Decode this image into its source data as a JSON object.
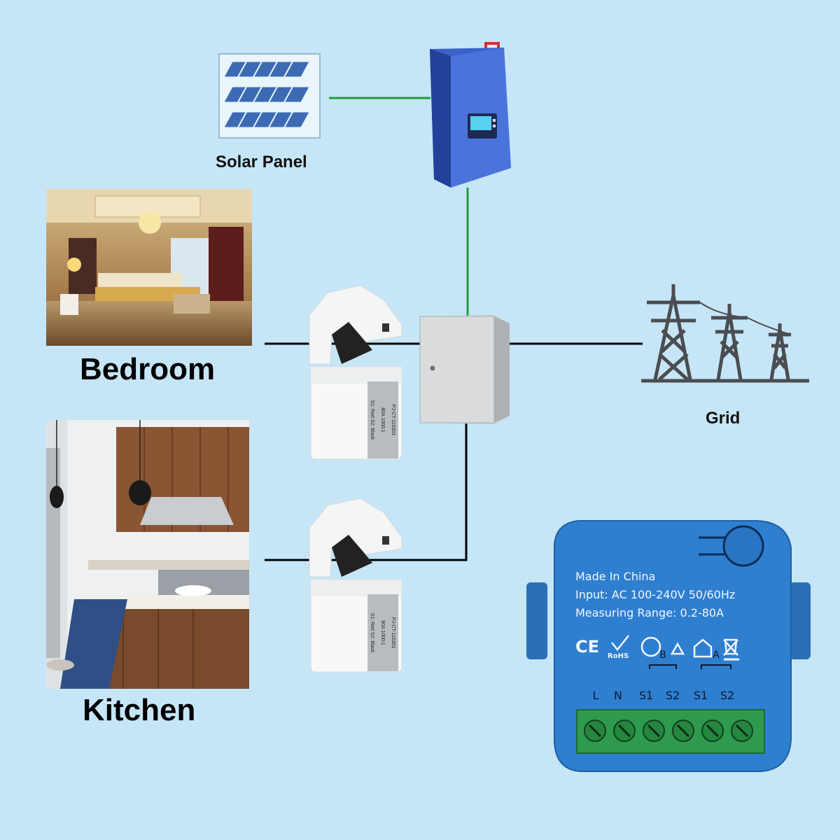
{
  "labels": {
    "solar_panel": "Solar Panel",
    "grid": "Grid",
    "bedroom": "Bedroom",
    "kitchen": "Kitchen"
  },
  "ct_sensor": {
    "line1": "PJ-CT-110301",
    "line2": "80A 1000:1",
    "line3": "S1: Red  S2: Black"
  },
  "module": {
    "line1": "Made In China",
    "line2": "Input: AC 100-240V 50/60Hz",
    "line3": "Measuring Range: 0.2-80A",
    "group_b": "B",
    "group_a": "A",
    "terminals": [
      "L",
      "N",
      "S1",
      "S2",
      "S1",
      "S2"
    ],
    "cert_marks": [
      "CE",
      "RoHS"
    ]
  },
  "colors": {
    "background": "#c6e6f8",
    "pv_wire": "#1a9e3a",
    "ac_wire": "#000000",
    "inverter_blue": "#3a62c9",
    "module_blue": "#2f7fd0",
    "terminal_green": "#2e9a4e"
  },
  "icons": [
    "solar-panel-icon",
    "inverter-icon",
    "distribution-box-icon",
    "power-tower-icon",
    "ct-clamp-icon",
    "energy-meter-module-icon"
  ]
}
